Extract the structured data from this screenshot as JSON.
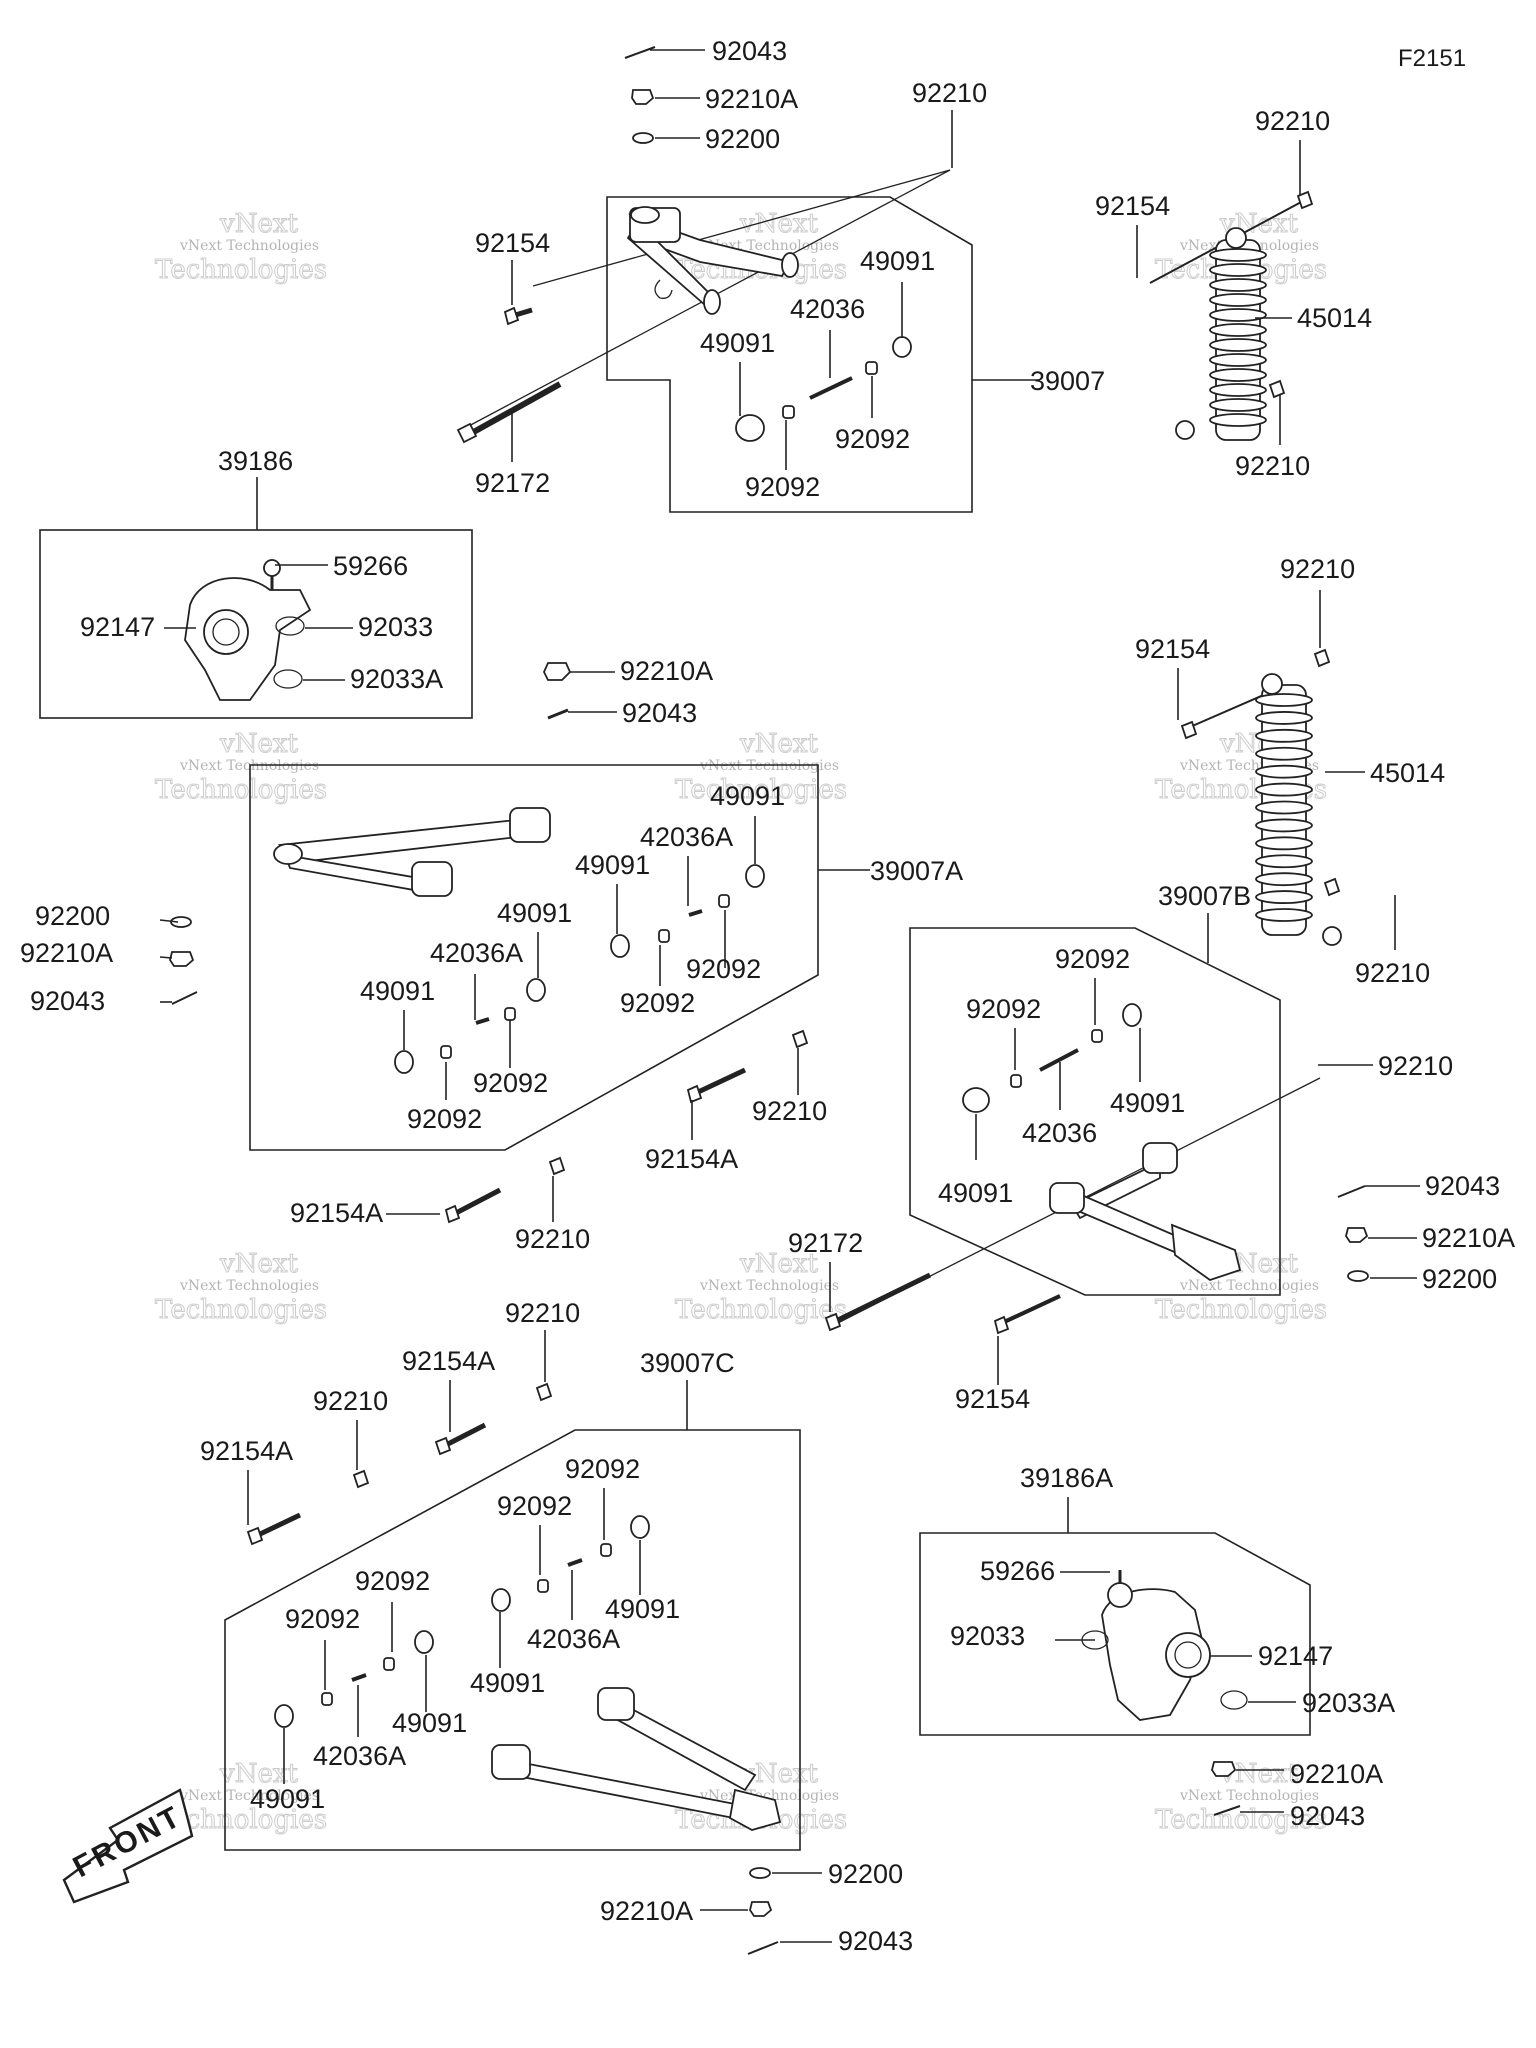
{
  "diagram_code": "F2151",
  "front_label": "FRONT",
  "watermark": {
    "line1": "vNext Technologies",
    "line2": "Technologies",
    "line3": "vNext"
  },
  "groups": {
    "arm_upper_left": "39007",
    "arm_upper_left_kit": "39007A",
    "arm_lower_right": "39007B",
    "arm_lower_left": "39007C",
    "knuckle_left": "39186",
    "knuckle_right": "39186A"
  },
  "callouts": [
    {
      "id": "c1",
      "text": "92043"
    },
    {
      "id": "c2",
      "text": "92210A"
    },
    {
      "id": "c3",
      "text": "92200"
    },
    {
      "id": "c4",
      "text": "92210"
    },
    {
      "id": "c5",
      "text": "92154"
    },
    {
      "id": "c6",
      "text": "49091"
    },
    {
      "id": "c7",
      "text": "42036"
    },
    {
      "id": "c8",
      "text": "49091"
    },
    {
      "id": "c9",
      "text": "92092"
    },
    {
      "id": "c10",
      "text": "92092"
    },
    {
      "id": "c11",
      "text": "92172"
    },
    {
      "id": "c12",
      "text": "92210"
    },
    {
      "id": "c13",
      "text": "92154"
    },
    {
      "id": "c14",
      "text": "45014"
    },
    {
      "id": "c15",
      "text": "92210"
    },
    {
      "id": "c16",
      "text": "59266"
    },
    {
      "id": "c17",
      "text": "92147"
    },
    {
      "id": "c18",
      "text": "92033"
    },
    {
      "id": "c19",
      "text": "92033A"
    },
    {
      "id": "c20",
      "text": "92210A"
    },
    {
      "id": "c21",
      "text": "92043"
    },
    {
      "id": "c22",
      "text": "49091"
    },
    {
      "id": "c23",
      "text": "42036A"
    },
    {
      "id": "c24",
      "text": "49091"
    },
    {
      "id": "c25",
      "text": "49091"
    },
    {
      "id": "c26",
      "text": "42036A"
    },
    {
      "id": "c27",
      "text": "49091"
    },
    {
      "id": "c28",
      "text": "92092"
    },
    {
      "id": "c29",
      "text": "92092"
    },
    {
      "id": "c30",
      "text": "92092"
    },
    {
      "id": "c31",
      "text": "92092"
    },
    {
      "id": "c32",
      "text": "92200"
    },
    {
      "id": "c33",
      "text": "92210A"
    },
    {
      "id": "c34",
      "text": "92043"
    },
    {
      "id": "c35",
      "text": "92154A"
    },
    {
      "id": "c36",
      "text": "92210"
    },
    {
      "id": "c37",
      "text": "92154A"
    },
    {
      "id": "c38",
      "text": "92210"
    },
    {
      "id": "c39",
      "text": "92210"
    },
    {
      "id": "c40",
      "text": "92154"
    },
    {
      "id": "c41",
      "text": "45014"
    },
    {
      "id": "c42",
      "text": "92210"
    },
    {
      "id": "c43",
      "text": "92092"
    },
    {
      "id": "c44",
      "text": "92092"
    },
    {
      "id": "c45",
      "text": "49091"
    },
    {
      "id": "c46",
      "text": "42036"
    },
    {
      "id": "c47",
      "text": "49091"
    },
    {
      "id": "c48",
      "text": "92210"
    },
    {
      "id": "c49",
      "text": "92043"
    },
    {
      "id": "c50",
      "text": "92210A"
    },
    {
      "id": "c51",
      "text": "92200"
    },
    {
      "id": "c52",
      "text": "92172"
    },
    {
      "id": "c53",
      "text": "92154"
    },
    {
      "id": "c54",
      "text": "92210"
    },
    {
      "id": "c55",
      "text": "92154A"
    },
    {
      "id": "c56",
      "text": "92210"
    },
    {
      "id": "c57",
      "text": "92154A"
    },
    {
      "id": "c58",
      "text": "92092"
    },
    {
      "id": "c59",
      "text": "92092"
    },
    {
      "id": "c60",
      "text": "49091"
    },
    {
      "id": "c61",
      "text": "42036A"
    },
    {
      "id": "c62",
      "text": "92092"
    },
    {
      "id": "c63",
      "text": "92092"
    },
    {
      "id": "c64",
      "text": "49091"
    },
    {
      "id": "c65",
      "text": "42036A"
    },
    {
      "id": "c66",
      "text": "49091"
    },
    {
      "id": "c67",
      "text": "49091"
    },
    {
      "id": "c68",
      "text": "59266"
    },
    {
      "id": "c69",
      "text": "92033"
    },
    {
      "id": "c70",
      "text": "92147"
    },
    {
      "id": "c71",
      "text": "92033A"
    },
    {
      "id": "c72",
      "text": "92210A"
    },
    {
      "id": "c73",
      "text": "92043"
    },
    {
      "id": "c74",
      "text": "92200"
    },
    {
      "id": "c75",
      "text": "92210A"
    },
    {
      "id": "c76",
      "text": "92043"
    }
  ]
}
